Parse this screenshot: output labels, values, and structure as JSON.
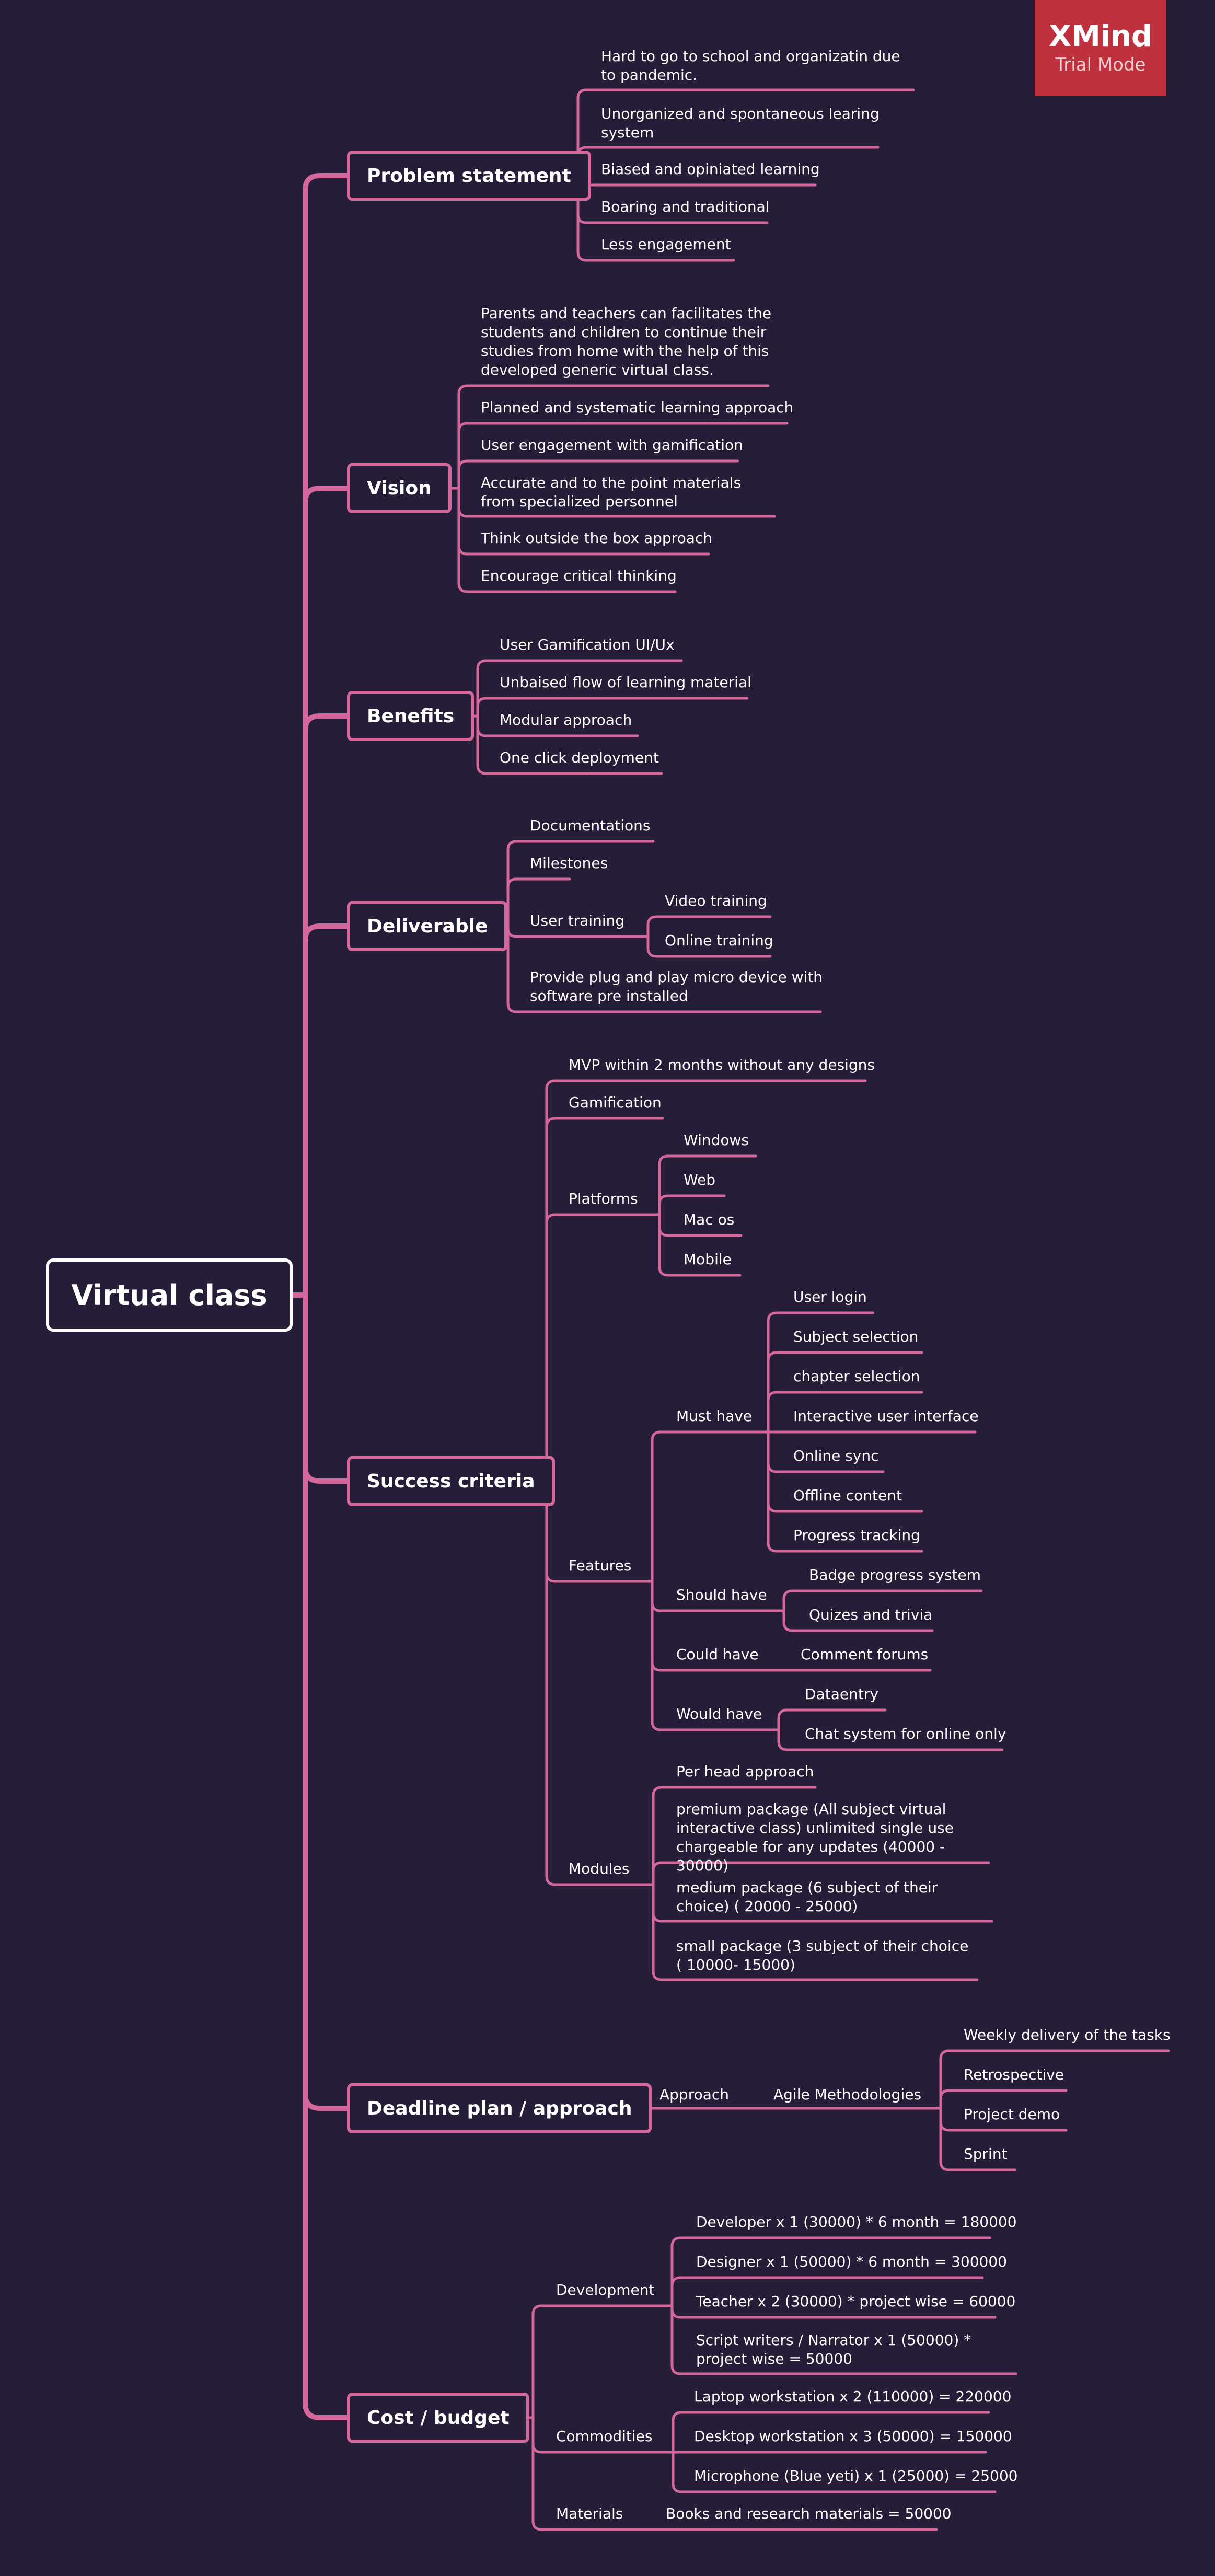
{
  "watermark": {
    "brand": "XMind",
    "mode": "Trial Mode"
  },
  "root": "Virtual class",
  "topics": {
    "problem": "Problem statement",
    "vision": "Vision",
    "benefits": "Benefits",
    "deliverable": "Deliverable",
    "success": "Success criteria",
    "deadline": "Deadline plan / approach",
    "cost": "Cost / budget"
  },
  "problem": [
    "Hard to go to school and organizatin due to pandemic.",
    "Unorganized and spontaneous learing system",
    "Biased and opiniated learning",
    "Boaring and traditional",
    "Less engagement"
  ],
  "vision": [
    "Parents and teachers can facilitates the students and children to continue their studies from home with the help of this developed generic virtual class.",
    "Planned and systematic learning approach",
    "User engagement with gamification",
    "Accurate and to the point materials from specialized personnel",
    "Think outside the box approach",
    "Encourage critical thinking"
  ],
  "benefits": [
    "User Gamification UI/Ux",
    "Unbaised flow of learning material",
    "Modular approach",
    "One click deployment"
  ],
  "deliverable": {
    "documentations": "Documentations",
    "milestones": "Milestones",
    "user_training": "User training",
    "video_training": "Video training",
    "online_training": "Online training",
    "plug_play": "Provide plug and play micro device with software pre installed"
  },
  "success": {
    "mvp": "MVP within 2 months without any designs",
    "gamification": "Gamification",
    "platforms": "Platforms",
    "platform_items": [
      "Windows",
      "Web",
      "Mac os",
      "Mobile"
    ],
    "features": "Features",
    "must_have": "Must have",
    "must_items": [
      "User login",
      "Subject selection",
      "chapter selection",
      "Interactive user interface",
      "Online sync",
      "Offline content",
      "Progress tracking"
    ],
    "should_have": "Should have",
    "should_items": [
      "Badge progress system",
      "Quizes and trivia"
    ],
    "could_have": "Could have",
    "could_items": [
      "Comment forums"
    ],
    "would_have": "Would have",
    "would_items": [
      "Dataentry",
      "Chat system for online only"
    ],
    "modules": "Modules",
    "module_items": [
      "Per head approach",
      "premium package (All subject virtual interactive class) unlimited single use chargeable for any updates (40000 - 30000)",
      "medium package (6 subject of their choice) ( 20000 - 25000)",
      "small package (3 subject of their choice ( 10000- 15000)"
    ]
  },
  "deadline": {
    "approach": "Approach",
    "agile": "Agile Methodologies",
    "agile_items": [
      "Weekly delivery of the tasks",
      "Retrospective",
      "Project demo",
      "Sprint"
    ]
  },
  "cost": {
    "development": "Development",
    "development_items": [
      "Developer x 1 (30000) * 6 month = 180000",
      "Designer x 1 (50000) * 6 month = 300000",
      "Teacher x 2 (30000) * project wise = 60000",
      "Script writers / Narrator x 1 (50000) * project wise = 50000"
    ],
    "commodities": "Commodities",
    "commodities_items": [
      "Laptop workstation x 2 (110000) = 220000",
      "Desktop workstation x 3 (50000) = 150000",
      "Microphone (Blue yeti) x 1 (25000) = 25000"
    ],
    "materials": "Materials",
    "materials_items": [
      "Books and research materials = 50000"
    ]
  },
  "colors": {
    "background": "#261d38",
    "branch": "#d4679b",
    "root_border": "#ffffff",
    "watermark": "#c0313e"
  }
}
